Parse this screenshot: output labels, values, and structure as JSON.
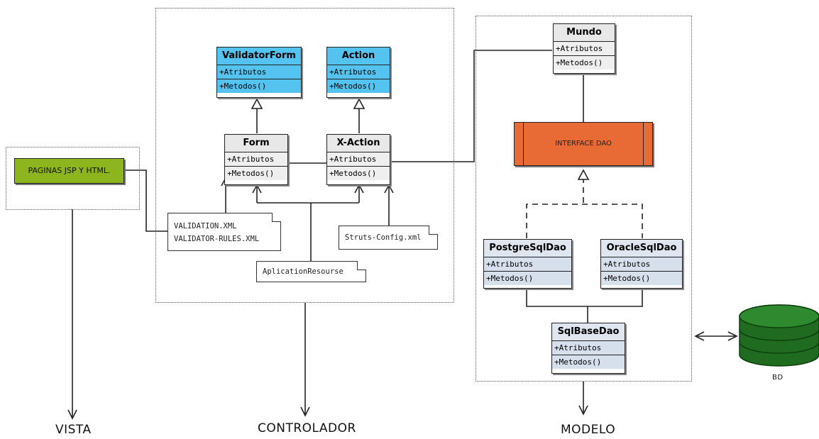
{
  "vista": {
    "pages_box": "PAGINAS JSP Y HTML.",
    "label": "VISTA"
  },
  "controlador": {
    "label": "CONTROLADOR",
    "validator_form": {
      "name": "ValidatorForm",
      "attrs": "+Atributos",
      "methods": "+Metodos()"
    },
    "action": {
      "name": "Action",
      "attrs": "+Atributos",
      "methods": "+Metodos()"
    },
    "form": {
      "name": "Form",
      "attrs": "+Atributos",
      "methods": "+Metodos()"
    },
    "x_action": {
      "name": "X-Action",
      "attrs": "+Atributos",
      "methods": "+Metodos()"
    },
    "note_validation": {
      "line1": "VALIDATION.XML",
      "line2": "VALIDATOR-RULES.XML"
    },
    "note_struts": "Struts-Config.xml",
    "note_resource": "AplicationResourse"
  },
  "modelo": {
    "label": "MODELO",
    "mundo": {
      "name": "Mundo",
      "attrs": "+Atributos",
      "methods": "+Metodos()"
    },
    "interface": "INTERFACE DAO",
    "postgre": {
      "name": "PostgreSqlDao",
      "attrs": "+Atributos",
      "methods": "+Metodos()"
    },
    "oracle": {
      "name": "OracleSqlDao",
      "attrs": "+Atributos",
      "methods": "+Metodos()"
    },
    "sqlbase": {
      "name": "SqlBaseDao",
      "attrs": "+Atributos",
      "methods": "+Metodos()"
    }
  },
  "database": {
    "label": "BD"
  },
  "colors": {
    "uml_blue": "#55c3f0",
    "jsp_green": "#8db51d",
    "interface_orange": "#e86b35",
    "db_green": "#1f6b1f"
  }
}
